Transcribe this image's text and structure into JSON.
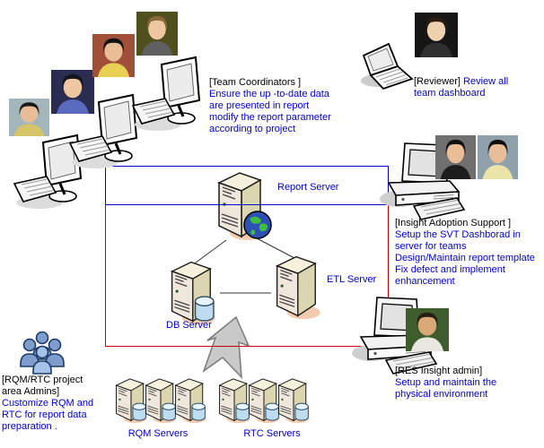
{
  "colors": {
    "text_blue": "#0000CD",
    "frame_blue": "#0000CC",
    "frame_red": "#CC0000",
    "connector_black": "#333333"
  },
  "servers": {
    "report": "Report Server",
    "etl": "ETL Server",
    "db": "DB Server",
    "rqm_group": "RQM Servers",
    "rtc_group": "RTC Servers"
  },
  "roles": {
    "team_coordinators": {
      "title": "[Team Coordinators ]",
      "lines": [
        "Ensure the up -to-date data",
        "are presented in report",
        "modify the report parameter",
        "according to project"
      ]
    },
    "reviewer": {
      "title": "[Reviewer]",
      "lines": [
        "Review all",
        "team dashboard"
      ]
    },
    "insight_adoption_support": {
      "title": "[Insight Adoption Support ]",
      "lines": [
        "Setup the SVT Dashborad in",
        "server for teams",
        "Design/Maintain report template",
        "Fix defect and implement",
        "enhancement"
      ]
    },
    "res_insight_admin": {
      "title": "[RES Insight admin]",
      "lines": [
        "Setup and maintain the",
        "physical environment"
      ]
    },
    "rqm_rtc_admins": {
      "title_lines": [
        "[RQM/RTC project",
        "area Admins]"
      ],
      "lines": [
        "Customize RQM and",
        "RTC for report data",
        "preparation ."
      ]
    }
  }
}
